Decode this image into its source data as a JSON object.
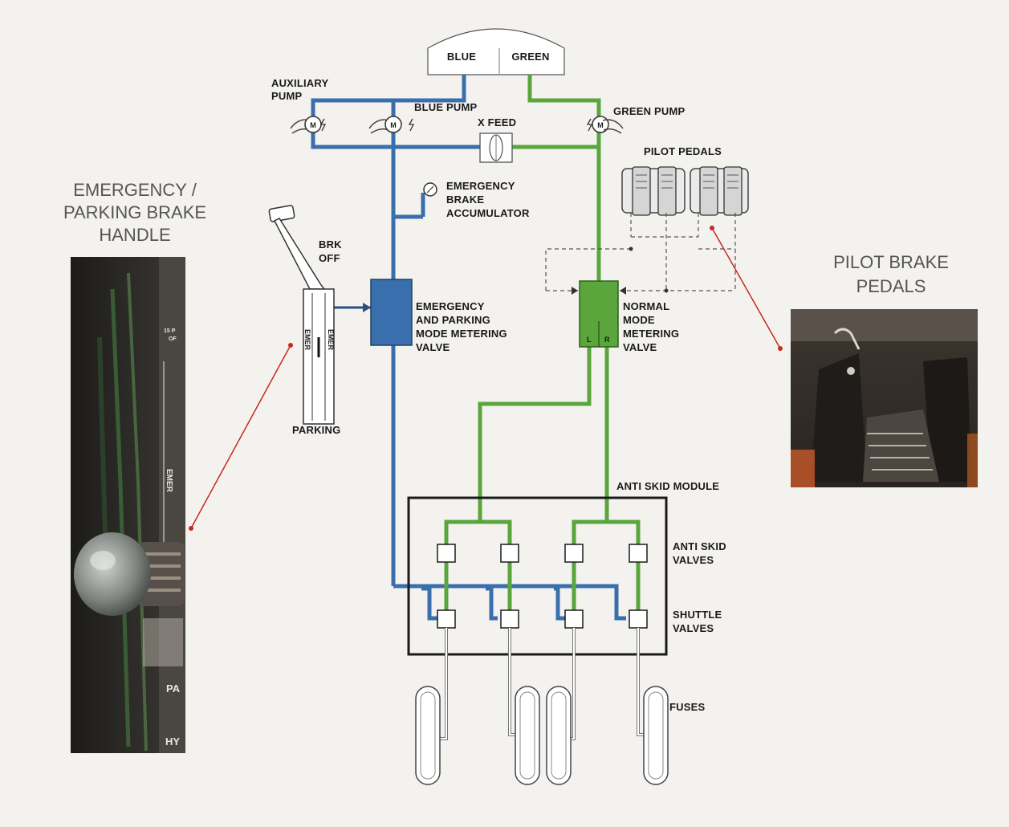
{
  "reservoir": {
    "blue": "BLUE",
    "green": "GREEN"
  },
  "pumps": {
    "auxiliary_line1": "AUXILIARY",
    "auxiliary_line2": "PUMP",
    "blue": "BLUE PUMP",
    "green": "GREEN PUMP",
    "motor_symbol": "M"
  },
  "xfeed": "X FEED",
  "accumulator": [
    "EMERGENCY",
    "BRAKE",
    "ACCUMULATOR"
  ],
  "pilot_pedals": "PILOT PEDALS",
  "handle": {
    "brk": "BRK",
    "off": "OFF",
    "emer": "EMER",
    "parking": "PARKING"
  },
  "emergency_valve": [
    "EMERGENCY",
    "AND PARKING",
    "MODE METERING",
    "VALVE"
  ],
  "normal_valve": [
    "NORMAL",
    "MODE",
    "METERING",
    "VALVE"
  ],
  "normal_valve_ports": {
    "left": "L",
    "right": "R"
  },
  "anti_skid_module": "ANTI SKID MODULE",
  "anti_skid_valves": [
    "ANTI SKID",
    "VALVES"
  ],
  "shuttle_valves": [
    "SHUTTLE",
    "VALVES"
  ],
  "fuses": "FUSES",
  "photo_left": {
    "caption": [
      "EMERGENCY /",
      "PARKING BRAKE",
      "HANDLE"
    ],
    "embedded_text": {
      "emer": "EMER",
      "pa": "PA",
      "hy": "HY",
      "top": "15 P",
      "top2": "OF"
    }
  },
  "photo_right": {
    "caption": [
      "PILOT BRAKE",
      "PEDALS"
    ]
  },
  "colors": {
    "blue_line": "#3a6fae",
    "green_line": "#5aa53c",
    "callout": "#c62a1e"
  }
}
